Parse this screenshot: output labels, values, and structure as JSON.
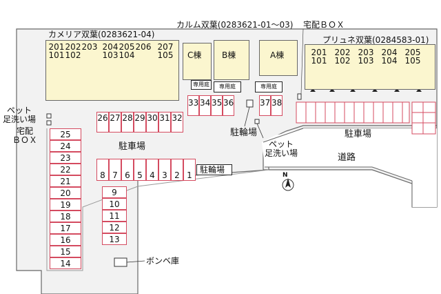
{
  "properties": {
    "kameria": "カメリア双葉(0283621-04)",
    "karumu": "カルム双葉(0283621-01～03)",
    "puryune": "プリュネ双葉(0284583-01)"
  },
  "kameria_units": [
    {
      "top": "201",
      "bottom": "101"
    },
    {
      "top": "202",
      "bottom": "102"
    },
    {
      "top": "203",
      "bottom": ""
    },
    {
      "top": "204",
      "bottom": "103"
    },
    {
      "top": "205",
      "bottom": "104"
    },
    {
      "top": "206",
      "bottom": ""
    },
    {
      "top": "207",
      "bottom": "105"
    }
  ],
  "puryune_units": [
    {
      "top": "201",
      "bottom": "101"
    },
    {
      "top": "202",
      "bottom": "102"
    },
    {
      "top": "203",
      "bottom": "103"
    },
    {
      "top": "204",
      "bottom": "104"
    },
    {
      "top": "205",
      "bottom": "105"
    }
  ],
  "karumu_buildings": {
    "c": "C棟",
    "b": "B棟",
    "a": "A棟",
    "garden": "専用庭"
  },
  "labels": {
    "delivery_box_top": "宅配ＢＯＸ",
    "pet_wash_left": "ペット\n足洗い場",
    "delivery_box_left": "宅配\nＢＯＸ",
    "parking_center": "駐車場",
    "parking_right": "駐車場",
    "bicycle_mid": "駐輪場",
    "bicycle_lower": "駐輪場",
    "pet_wash_mid": "ペット\n足洗い場",
    "road": "道路",
    "gas_storage": "ボンベ庫",
    "north": "N"
  },
  "parking": {
    "row_26_32": [
      "26",
      "27",
      "28",
      "29",
      "30",
      "31",
      "32"
    ],
    "row_33_36": [
      "33",
      "34",
      "35",
      "36"
    ],
    "row_37_38": [
      "37",
      "38"
    ],
    "col_left": [
      "25",
      "24",
      "23",
      "22",
      "21",
      "20",
      "19",
      "18",
      "17",
      "16",
      "15",
      "14"
    ],
    "row_8_1": [
      "8",
      "7",
      "6",
      "5",
      "4",
      "3",
      "2",
      "1"
    ],
    "col_9_13": [
      "9",
      "10",
      "11",
      "12",
      "13"
    ]
  },
  "colors": {
    "building_fill": "#fbf6cf",
    "slot_border": "#d44a5f",
    "site_fill": "#f2f2f2"
  }
}
